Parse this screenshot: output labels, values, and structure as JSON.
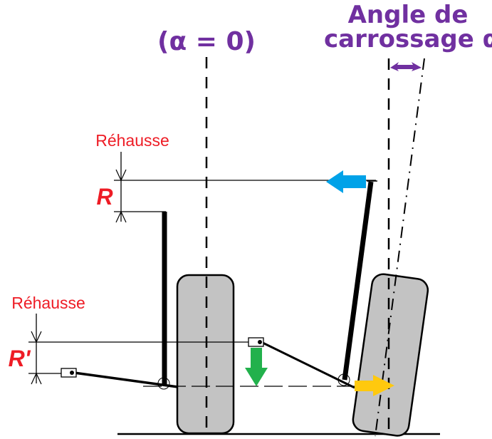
{
  "title_left": "(α = 0)",
  "title_right": {
    "line1": "Angle de",
    "line2": "carrossage α"
  },
  "labels": {
    "rehausse_top": "Réhausse",
    "r_top": "R",
    "rehausse_bottom": "Réhausse",
    "r_bottom": "R'"
  },
  "colors": {
    "purple": "#7030a0",
    "red": "#ee1c25",
    "blue_arrow": "#00a2e8",
    "green_arrow": "#22b14c",
    "yellow_arrow": "#ffc90e",
    "tire_fill": "#c3c3c3",
    "line": "#000000"
  },
  "arrows": [
    {
      "name": "blue-arrow",
      "direction": "left"
    },
    {
      "name": "green-arrow",
      "direction": "down"
    },
    {
      "name": "yellow-arrow",
      "direction": "right"
    }
  ]
}
